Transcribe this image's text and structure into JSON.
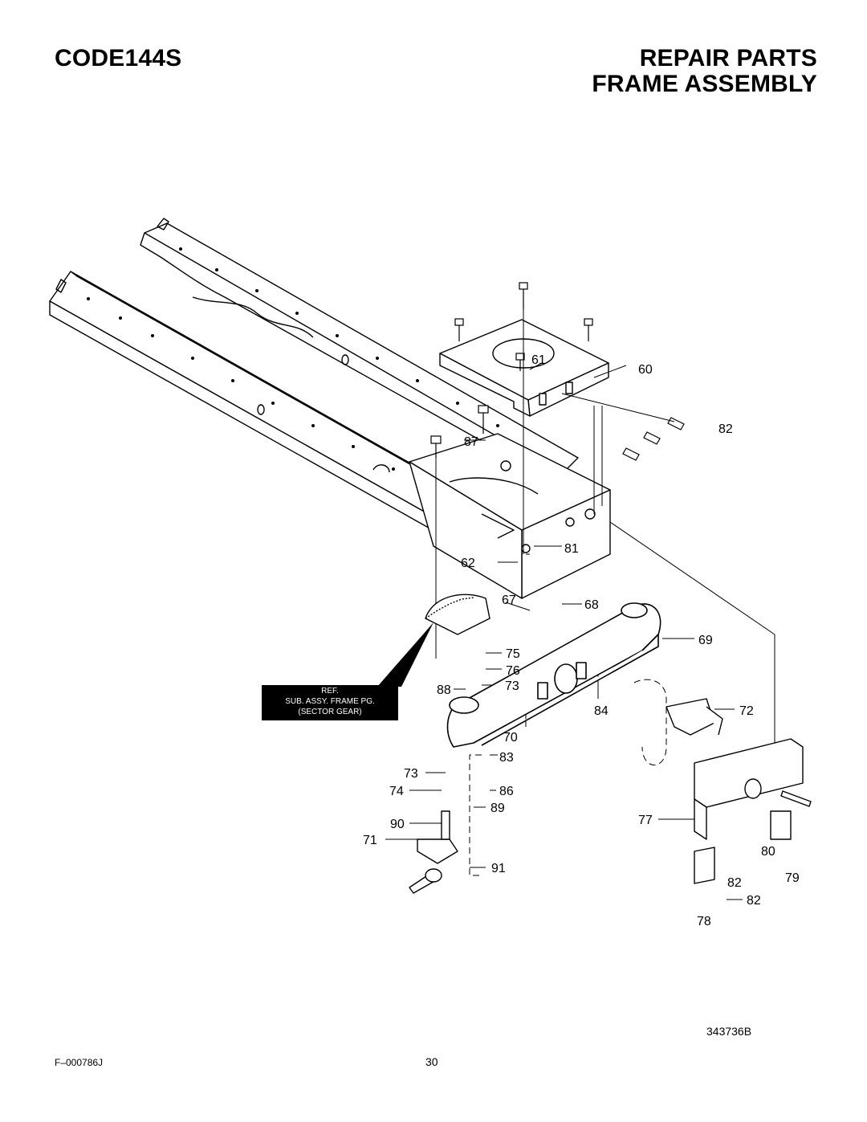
{
  "header": {
    "model": "CODE144S",
    "title_line1": "REPAIR PARTS",
    "title_line2": "FRAME ASSEMBLY"
  },
  "diagram": {
    "callouts": {
      "c60": "60",
      "c61": "61",
      "c62": "62",
      "c67": "67",
      "c68": "68",
      "c69": "69",
      "c70": "70",
      "c71": "71",
      "c72": "72",
      "c73a": "73",
      "c73b": "73",
      "c74": "74",
      "c75": "75",
      "c76": "76",
      "c77": "77",
      "c78": "78",
      "c79": "79",
      "c80": "80",
      "c81": "81",
      "c82a": "82",
      "c82b": "82",
      "c82c": "82",
      "c83": "83",
      "c84": "84",
      "c86": "86",
      "c87": "87",
      "c88": "88",
      "c89": "89",
      "c90": "90",
      "c91": "91"
    },
    "ref_note": {
      "line1": "REF.",
      "line2": "SUB. ASSY. FRAME PG.",
      "line3": "(SECTOR GEAR)"
    }
  },
  "footer": {
    "figure_number": "343736B",
    "form_number": "F–000786J",
    "page_number": "30"
  }
}
